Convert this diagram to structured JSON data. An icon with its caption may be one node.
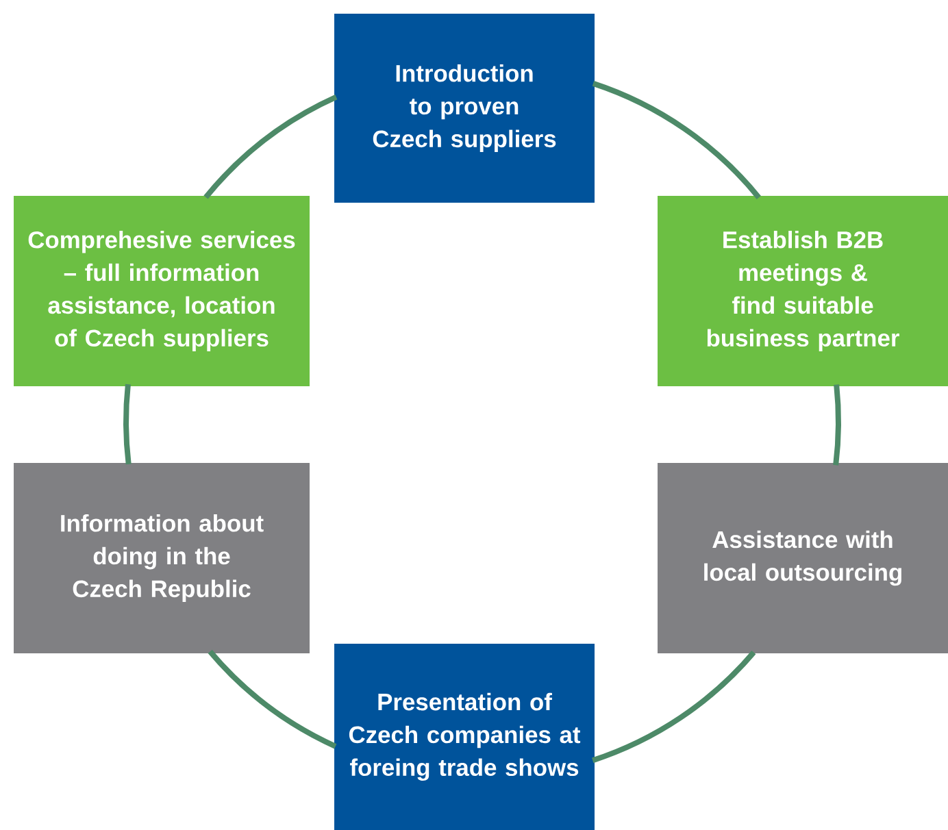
{
  "diagram": {
    "nodes": [
      {
        "text": [
          "Introduction to proven Czech suppliers"
        ]
      },
      {
        "text": [
          "Comprehesive services – full information assistance, location of Czech suppliers"
        ]
      },
      {
        "text": [
          "Establish B2B meetings & find suitable business partner"
        ]
      },
      {
        "text": [
          "Information about doing in the Czech Republic"
        ]
      },
      {
        "text": [
          "Assistance with local outsourcing"
        ]
      },
      {
        "text": [
          "Presentation of Czech companies at foreing trade shows"
        ]
      }
    ],
    "edges": [
      {
        "from": 0,
        "to": 2,
        "arrow": "none"
      },
      {
        "from": 2,
        "to": 4,
        "arrow": "none"
      },
      {
        "from": 4,
        "to": 5,
        "arrow": "none"
      },
      {
        "from": 5,
        "to": 3,
        "arrow": "none"
      },
      {
        "from": 3,
        "to": 1,
        "arrow": "none"
      },
      {
        "from": 1,
        "to": 0,
        "arrow": "none"
      }
    ]
  }
}
